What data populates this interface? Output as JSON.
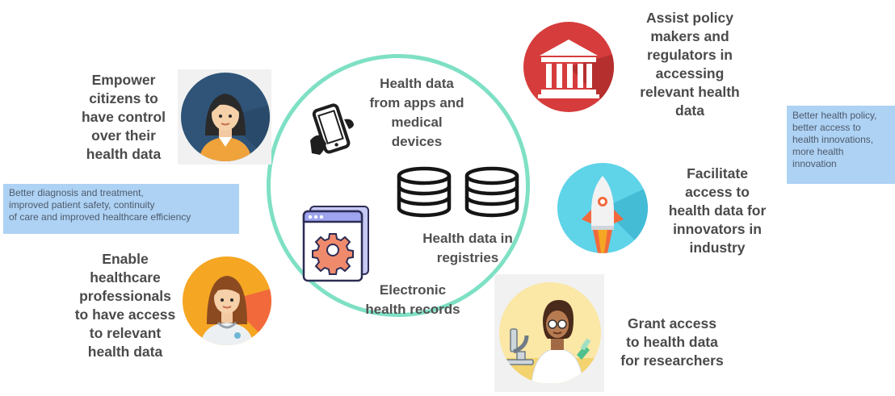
{
  "center": {
    "apps_label": "Health data\nfrom apps and\nmedical\ndevices",
    "registries_label": "Health data in\nregistries",
    "ehr_label": "Electronic\nhealth records"
  },
  "goals": {
    "citizens": "Empower\ncitizens to\nhave control\nover their\nhealth data",
    "professionals": "Enable\nhealthcare\nprofessionals\nto have access\nto relevant\nhealth data",
    "policy": "Assist policy\nmakers and\nregulators in\naccessing\nrelevant health\ndata",
    "innovators": "Facilitate\naccess to\nhealth data for\ninnovators in\nindustry",
    "researchers": "Grant access\nto health data\nfor researchers"
  },
  "notes": {
    "care": "Better diagnosis and treatment,\nimproved patient safety, continuity\nof care and improved healthcare efficiency",
    "policy": "Better health policy,\nbetter access to\nhealth innovations,\nmore health\ninnovation"
  },
  "colors": {
    "ring": "#7ee0c4",
    "note_bg": "#aed2f4",
    "citizen_bg": "#2f5478",
    "professional_bg": "#f5a623",
    "policy_bg": "#d63c3c",
    "innovator_bg": "#5fd3e8",
    "researcher_bg": "#fbe7a6"
  },
  "icons": {
    "phone": "smartphone-icon",
    "database": "database-icon",
    "ehr": "browser-gear-icon",
    "citizen": "woman-avatar-icon",
    "professional": "doctor-avatar-icon",
    "policy": "government-building-icon",
    "innovator": "rocket-icon",
    "researcher": "scientist-microscope-icon"
  }
}
